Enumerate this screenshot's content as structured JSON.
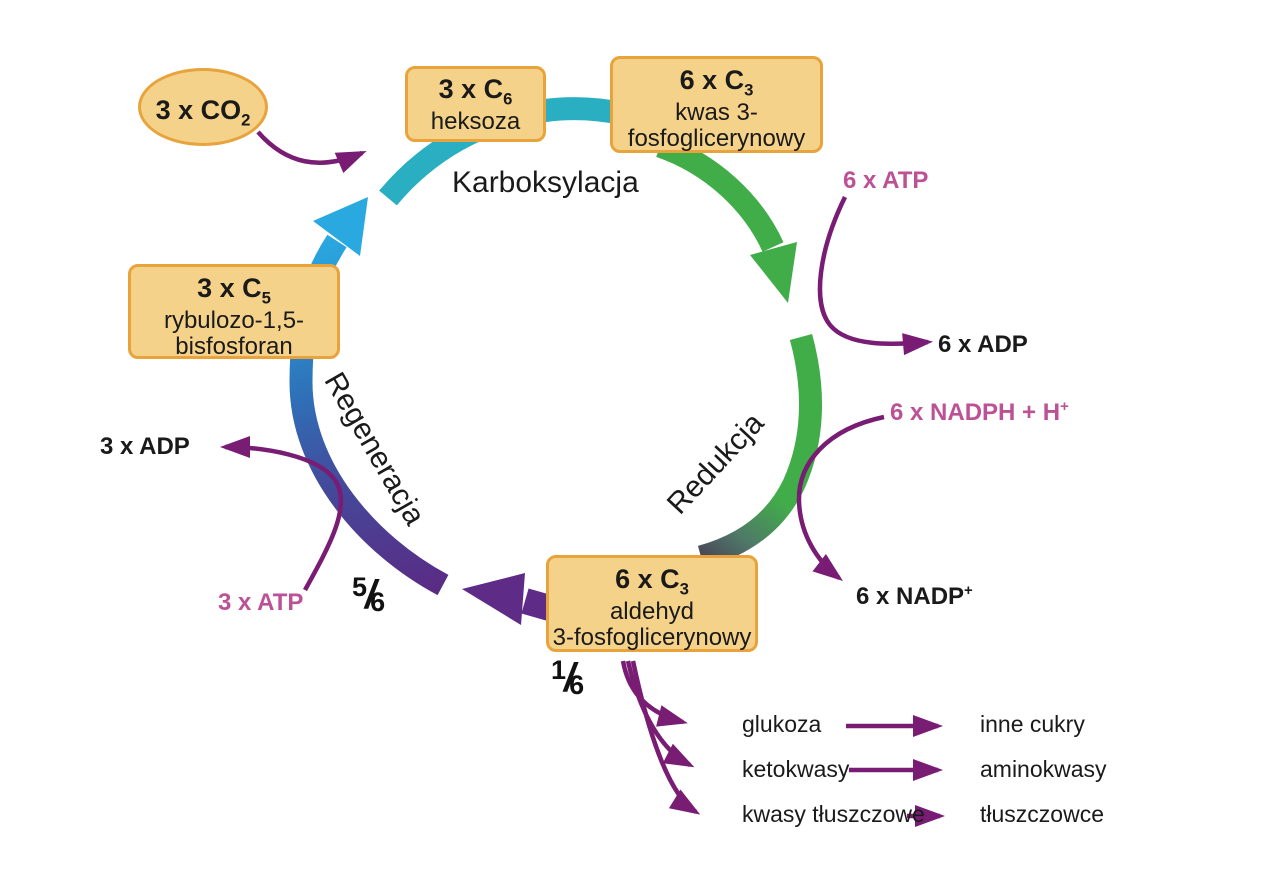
{
  "labels": {
    "karboksylacja": "Karboksylacja",
    "redukcja": "Redukcja",
    "regeneracja": "Regeneracja"
  },
  "nodes": {
    "co2": {
      "text": "3 x CO",
      "sub": "2"
    },
    "heksoza": {
      "count": "3 x C",
      "count_sub": "6",
      "name_lines": [
        "heksoza"
      ]
    },
    "pga": {
      "count": "6 x C",
      "count_sub": "3",
      "name_lines": [
        "kwas 3-",
        "fosfoglicerynowy"
      ]
    },
    "rubp": {
      "count": "3 x C",
      "count_sub": "5",
      "name_lines": [
        "rybulozo-1,5-",
        "bisfosforan"
      ]
    },
    "pgal": {
      "count": "6 x C",
      "count_sub": "3",
      "name_lines": [
        "aldehyd",
        "3-fosfoglicerynowy"
      ]
    }
  },
  "cofactors": {
    "atp_in_right": "6 x ATP",
    "adp_out_right": "6 x ADP",
    "nadph_in": "6 x NADPH + H",
    "nadph_in_sup": "+",
    "nadp_out": "6 x NADP",
    "nadp_out_sup": "+",
    "adp_out_left": "3 x ADP",
    "atp_in_left": "3 x ATP"
  },
  "fractions": {
    "five_sixths_num": "5",
    "five_sixths_den": "6",
    "one_sixth_num": "1",
    "one_sixth_den": "6",
    "slash": "/"
  },
  "products": [
    {
      "from": "glukoza",
      "to": "inne cukry"
    },
    {
      "from": "ketokwasy",
      "to": "aminokwasy"
    },
    {
      "from": "kwasy tłuszczowe",
      "to": "tłuszczowce"
    }
  ],
  "colors": {
    "box_fill": "#F5D289",
    "box_border": "#E8A33C",
    "arc_teal": "#2AAEC1",
    "arc_blue": "#2AA9E0",
    "arc_green": "#41AD49",
    "arc_dark_purple": "#5E2C87",
    "accent_purple": "#791D74",
    "pink_text": "#BC5295",
    "black_text": "#1A1A1A"
  }
}
